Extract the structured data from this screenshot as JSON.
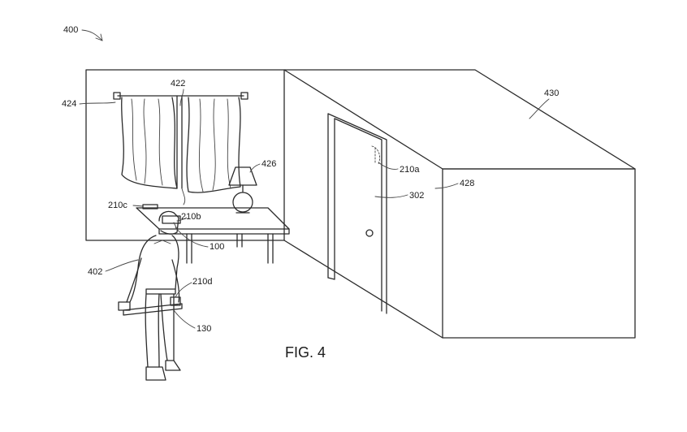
{
  "figure": {
    "caption": "FIG. 4",
    "labels": {
      "fig_ref": "400",
      "window": "422",
      "curtain_rod": "424",
      "lamp": "426",
      "box_front": "428",
      "box_top": "430",
      "door": "302",
      "camera_door": "210a",
      "camera_table": "210c",
      "headset_camera": "210b",
      "headset": "100",
      "user": "402",
      "controller_camera": "210d",
      "controller": "130"
    }
  }
}
